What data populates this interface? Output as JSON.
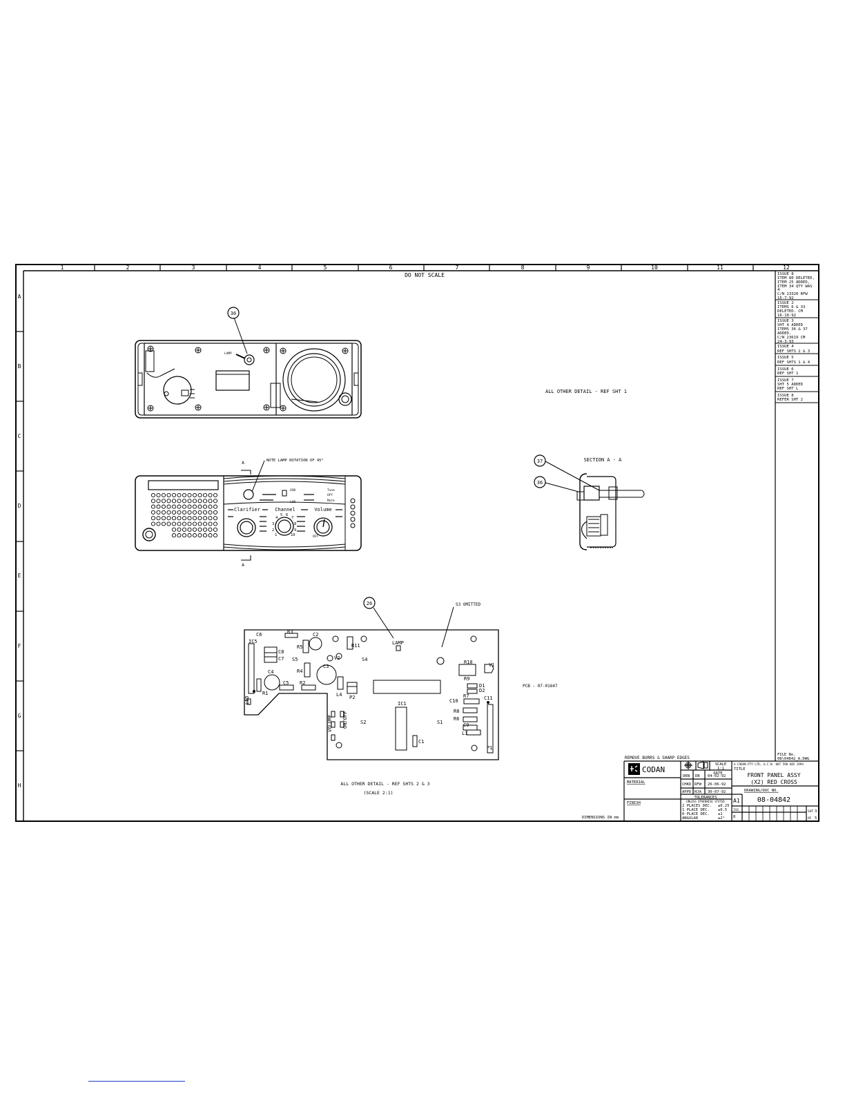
{
  "header": {
    "columns": [
      "1",
      "2",
      "3",
      "4",
      "5",
      "6",
      "7",
      "8",
      "9",
      "10",
      "11",
      "12"
    ],
    "rows": [
      "A",
      "B",
      "C",
      "D",
      "E",
      "F",
      "G",
      "H"
    ],
    "scale_note": "DO NOT SCALE"
  },
  "revisions": [
    [
      "ISSUE 8",
      "ITEM 80 DELETED,",
      "ITEM 25 ADDED,",
      "ITEM 34 QTY WAS",
      "4",
      "C/N 23320  RFW",
      "15-7-92"
    ],
    [
      "ISSUE 2",
      "ITEMS 6 & 33",
      "DELETED.   CM",
      "16-10-92"
    ],
    [
      "ISSUE 3",
      "SHT 4 ADDED",
      "ITEMS 36 & 37",
      "ADDED.",
      "C/N 23619   CM",
      "24-3-93"
    ],
    [
      "ISSUE 4",
      "REF SHTS 2 & 3"
    ],
    [
      "ISSUE 5",
      "REF SHTS 1 & 4"
    ],
    [
      "ISSUE 6",
      "REF SHT 1"
    ],
    [
      "ISSUE 7",
      "SHT 5 ADDED",
      "REF SHT L"
    ],
    [
      "ISSUE 8",
      "REFER SHT 2"
    ]
  ],
  "views": {
    "rear_view": {
      "balloon": "36",
      "lamp_label": "LAMP"
    },
    "front_view": {
      "note": "NOTE LAMP ROTATION OF 45°",
      "section_marker": "A",
      "knob_labels": [
        "Clarifier",
        "Channel",
        "Volume"
      ],
      "channel_numbers": [
        "1",
        "2",
        "3",
        "4",
        "5",
        "6",
        "7",
        "8",
        "9",
        "10"
      ],
      "switch_labels": [
        "USB",
        "LSB",
        "Tune",
        "OFF",
        "Mute"
      ],
      "off_label": "OFF"
    },
    "right_note": "ALL OTHER DETAIL - REF SHT 1",
    "section": {
      "title": "SECTION A - A",
      "balloons": [
        "37",
        "36"
      ]
    },
    "pcb": {
      "balloon": "26",
      "s3_note": "S3 OMITTED",
      "lamp_label": "LAMP",
      "pcb_label": "PCB - 07-01647",
      "components": [
        "C6",
        "R3",
        "C2",
        "IC5",
        "R5",
        "R11",
        "C8",
        "C7",
        "S5",
        "V2",
        "S4",
        "R10",
        "V1",
        "C4",
        "R4",
        "C3",
        "R9",
        "D1",
        "D2",
        "R1",
        "C5",
        "R2",
        "L4",
        "P2",
        "R7",
        "C11",
        "C10",
        "R8",
        "R6",
        "C9",
        "L1",
        "P1",
        "LED",
        "VOLUME",
        "ON/OFF",
        "S2",
        "IC1",
        "S1",
        "C1"
      ]
    },
    "bottom_note": [
      "ALL OTHER DETAIL - REF SHTS 2 & 3",
      "(SCALE 2:1)"
    ]
  },
  "title_block": {
    "remove_burrs": "REMOVE BURRS & SHARP EDGES",
    "file_no_label": "FILE No.",
    "file_no": "08\\04842_A.DWG",
    "company": "CODAN",
    "scale_label": "SCALE",
    "scale_value": "1:1",
    "copyright": "© CODAN PTY LTD, A.C.N. 007 590 605  1994",
    "title_label": "TITLE",
    "title_line1": "FRONT PANEL ASSY",
    "title_line2": "(X2) RED CROSS",
    "date_label": "DATE",
    "drn": [
      "DRN",
      "DB",
      "04-02-92"
    ],
    "chkd": [
      "CHKD",
      "RFW",
      "26-06-92"
    ],
    "appd": [
      "APPD",
      "HJA",
      "30-07-92"
    ],
    "material_label": "MATERIAL",
    "finish_label": "FINISH",
    "tolerances_title": "TOLERANCES",
    "tolerances_sub": "UNLESS OTHERWISE STATED",
    "tolerances": [
      [
        "2 PLACES DEC.",
        "±0.25"
      ],
      [
        "1 PLACE DEC.",
        "±0.5"
      ],
      [
        "0 PLACE DEC.",
        "±1"
      ],
      [
        "ANGULAR",
        "±2°"
      ]
    ],
    "drawing_no_label": "DRAWING/DOC NO.",
    "size": "A1",
    "drawing_no": "08-04842",
    "iss_label": "ISS",
    "issue": "8",
    "sht_label": "SHT",
    "sht": "3",
    "of_label": "OF",
    "of": "5",
    "dimensions_note": "DIMENSIONS IN mm"
  }
}
